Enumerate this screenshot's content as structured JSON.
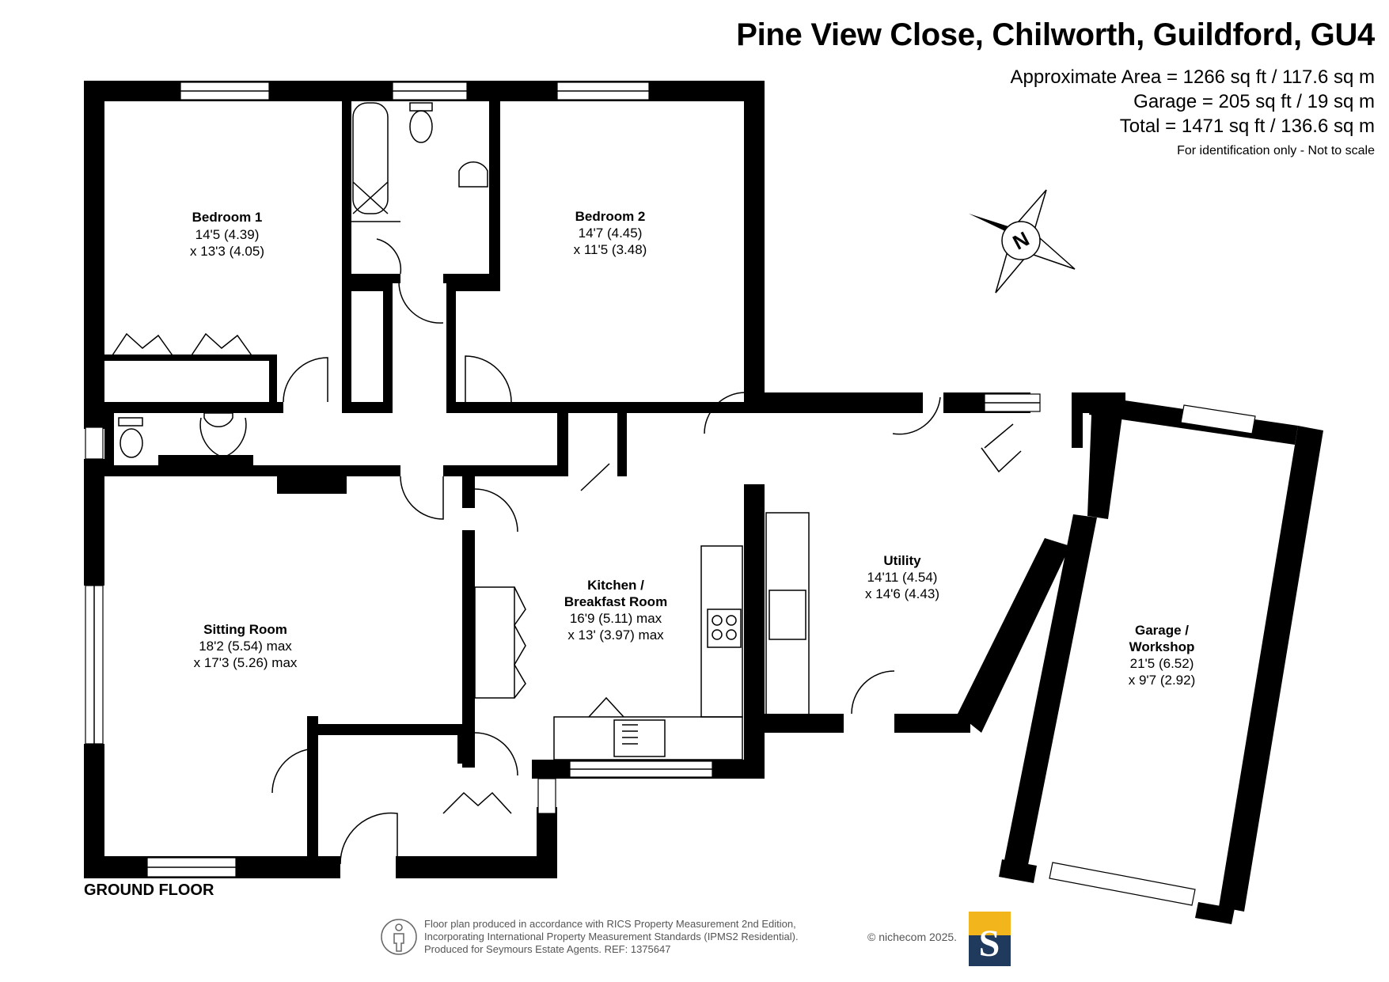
{
  "header": {
    "address": "Pine View Close, Chilworth, Guildford, GU4",
    "approx_area": "Approximate Area = 1266 sq ft / 117.6 sq m",
    "garage_area": "Garage = 205 sq ft / 19 sq m",
    "total_area": "Total = 1471 sq ft / 136.6 sq m",
    "note": "For identification only - Not to scale"
  },
  "compass": {
    "label": "N"
  },
  "floor_label": "GROUND FLOOR",
  "rooms": {
    "bedroom1": {
      "name": "Bedroom 1",
      "dim1": "14'5 (4.39)",
      "dim2": "x 13'3 (4.05)"
    },
    "bedroom2": {
      "name": "Bedroom 2",
      "dim1": "14'7 (4.45)",
      "dim2": "x 11'5 (3.48)"
    },
    "sitting": {
      "name": "Sitting Room",
      "dim1": "18'2 (5.54) max",
      "dim2": "x 17'3 (5.26) max"
    },
    "kitchen": {
      "name1": "Kitchen /",
      "name2": "Breakfast Room",
      "dim1": "16'9 (5.11) max",
      "dim2": "x 13' (3.97) max"
    },
    "utility": {
      "name": "Utility",
      "dim1": "14'11 (4.54)",
      "dim2": "x 14'6 (4.43)"
    },
    "garage": {
      "name1": "Garage /",
      "name2": "Workshop",
      "dim1": "21'5 (6.52)",
      "dim2": "x 9'7 (2.92)"
    }
  },
  "footer": {
    "line1": "Floor plan produced in accordance with RICS Property Measurement 2nd Edition,",
    "line2": "Incorporating International Property Measurement Standards (IPMS2 Residential).",
    "line3": "Produced for Seymours Estate Agents.    REF: 1375647",
    "copyright": "© nichecom 2025.",
    "logo_letter": "S"
  },
  "colors": {
    "wall": "#000000",
    "logo_top": "#f2b51c",
    "logo_bottom": "#1f3a5c",
    "footer_text": "#555555"
  }
}
